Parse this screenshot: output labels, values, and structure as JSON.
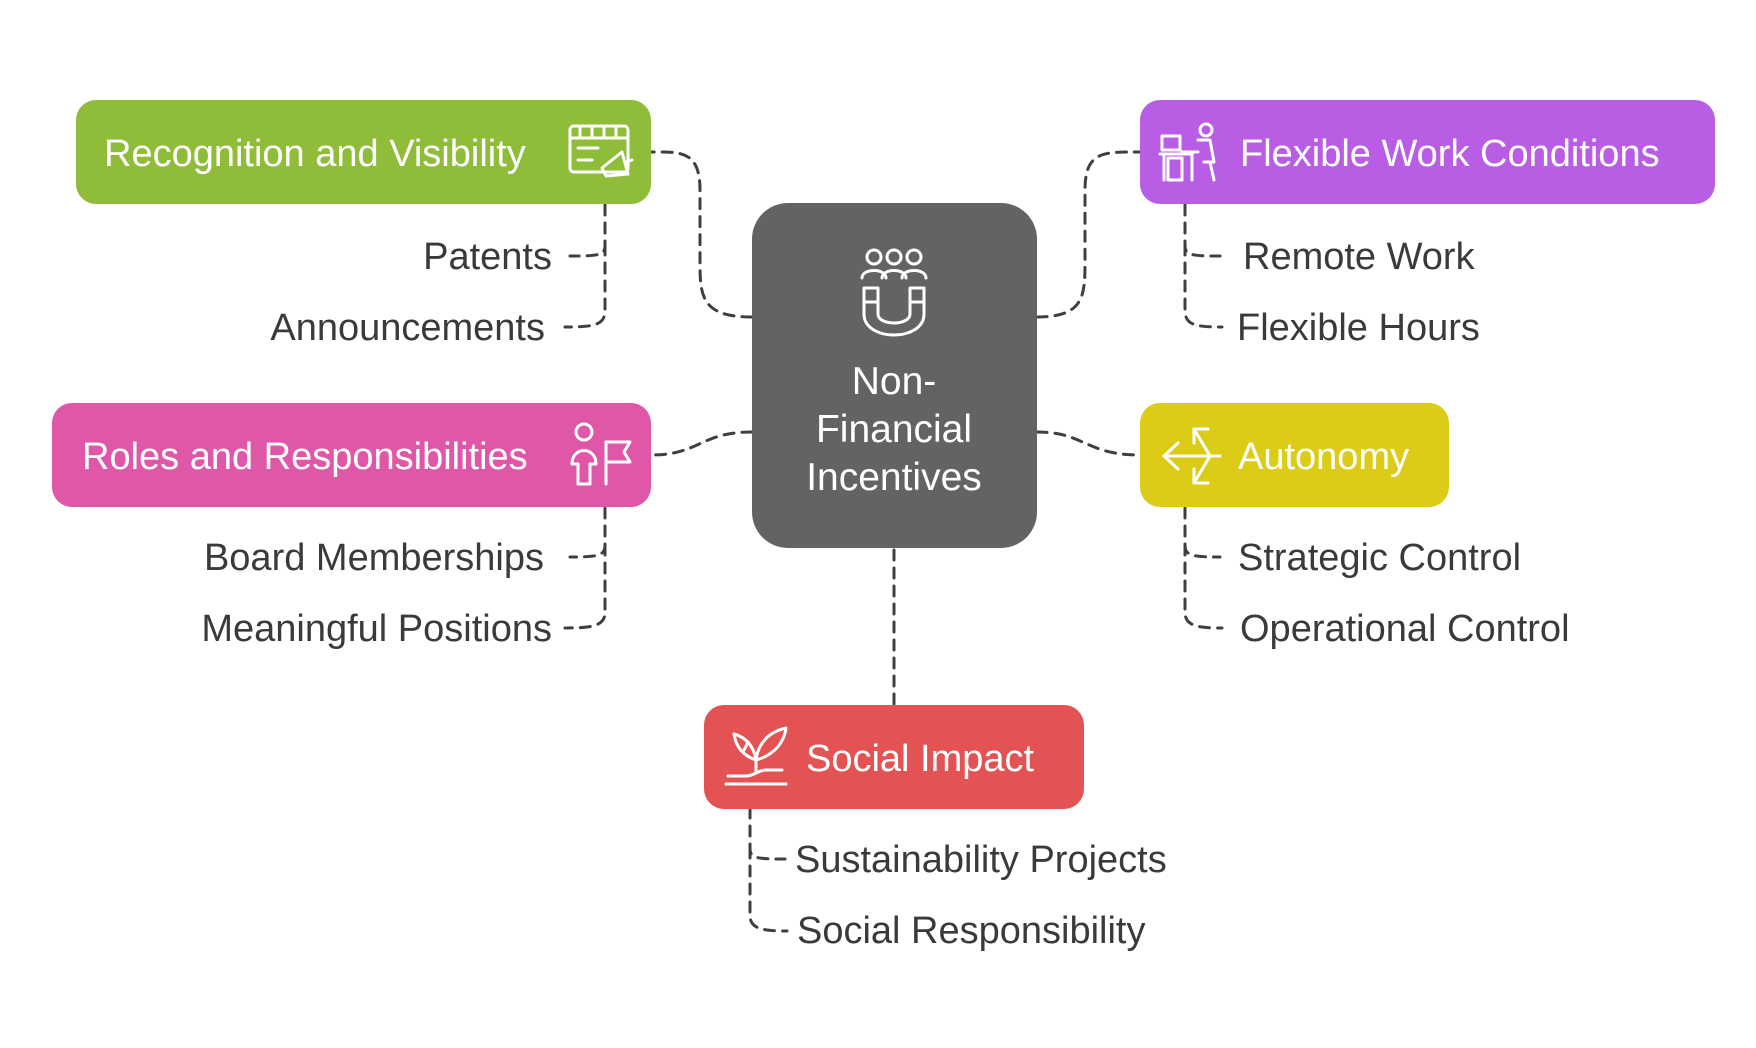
{
  "center": {
    "lines": [
      "Non-",
      "Financial",
      "Incentives"
    ],
    "color": "#636363",
    "icon": "team-magnet-icon"
  },
  "branches": {
    "recognition": {
      "label": "Recognition and Visibility",
      "color": "#8fbd3a",
      "icon": "calendar-megaphone-icon",
      "items": [
        "Patents",
        "Announcements"
      ]
    },
    "flexible": {
      "label": "Flexible Work Conditions",
      "color": "#b95de5",
      "icon": "person-at-desk-icon",
      "items": [
        "Remote Work",
        "Flexible Hours"
      ]
    },
    "roles": {
      "label": "Roles and Responsibilities",
      "color": "#df58a8",
      "icon": "person-flag-icon",
      "items": [
        "Board Memberships",
        "Meaningful Positions"
      ]
    },
    "autonomy": {
      "label": "Autonomy",
      "color": "#dccb17",
      "icon": "direction-arrows-icon",
      "items": [
        "Strategic Control",
        "Operational Control"
      ]
    },
    "social": {
      "label": "Social Impact",
      "color": "#e35353",
      "icon": "plant-hand-icon",
      "items": [
        "Sustainability Projects",
        "Social Responsibility"
      ]
    }
  }
}
